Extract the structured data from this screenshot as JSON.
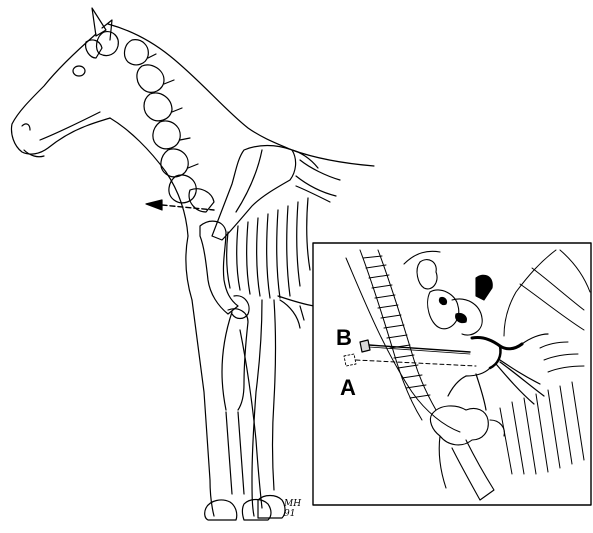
{
  "labels": {
    "b": "B",
    "a": "A"
  },
  "signature": {
    "line1": "MH",
    "line2": "91"
  },
  "colors": {
    "ink": "#000000",
    "paper": "#ffffff",
    "needle_fill": "#d8d8d8"
  }
}
